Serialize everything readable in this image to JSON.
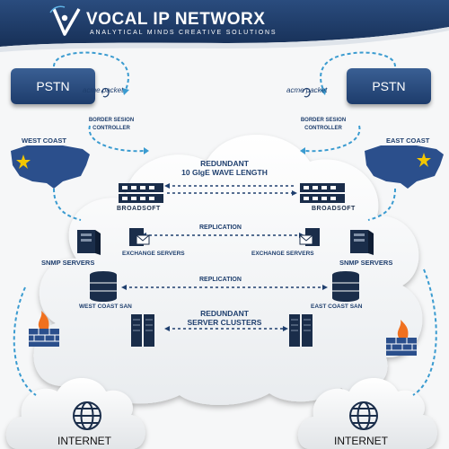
{
  "header": {
    "title": "VOCAL IP NETWORX",
    "tagline": "ANALYTICAL MINDS CREATIVE SOLUTIONS",
    "logo_icon": "v-person-logo"
  },
  "left_site": {
    "pstn_label": "PSTN",
    "vendor": "acme packet",
    "controller": [
      "BORDER SESION",
      "CONTROLLER"
    ],
    "region": "WEST COAST",
    "snmp": "SNMP SERVERS",
    "exchange": "EXCHANGE SERVERS",
    "san": "WEST COAST SAN",
    "brand": "BROADSOFT"
  },
  "right_site": {
    "pstn_label": "PSTN",
    "vendor": "acme packet",
    "controller": [
      "BORDER SESION",
      "CONTROLLER"
    ],
    "region": "EAST COAST",
    "snmp": "SNMP SERVERS",
    "exchange": "EXCHANGE SERVERS",
    "san": "EAST COAST SAN",
    "brand": "BROADSOFT"
  },
  "core": {
    "wave": [
      "REDUNDANT",
      "10 GIgE WAVE LENGTH"
    ],
    "replication_1": "REPLICATION",
    "replication_2": "REPLICATION",
    "clusters": [
      "REDUNDANT",
      "SERVER CLUSTERS"
    ]
  },
  "internet": {
    "left": "INTERNET",
    "right": "INTERNET"
  },
  "colors": {
    "header_blue": "#1d3a66",
    "dark_blue": "#1f3f6e",
    "link_teal": "#3a9bd0",
    "map_blue": "#2b4f8c",
    "star_yellow": "#f3c600",
    "firewall_orange": "#f0701e"
  }
}
